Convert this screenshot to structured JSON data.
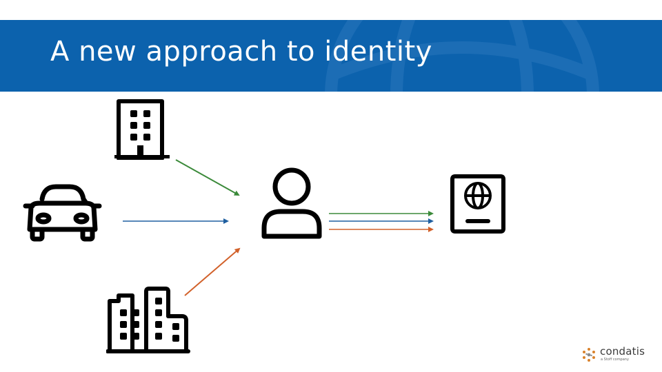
{
  "slide": {
    "title": "A new approach to identity",
    "banner_color": "#0c62ad"
  },
  "icons": {
    "office_building": "office-building-icon",
    "car": "car-icon",
    "apartment_buildings": "apartment-buildings-icon",
    "person": "user-icon",
    "passport": "passport-icon"
  },
  "arrow_colors": {
    "green": "#3b8a3a",
    "blue": "#1f5fa0",
    "orange": "#d2612a"
  },
  "logo": {
    "name": "condatis",
    "tagline": "a Stoff company",
    "colors": [
      "#d9822b",
      "#8a8a8a"
    ]
  }
}
